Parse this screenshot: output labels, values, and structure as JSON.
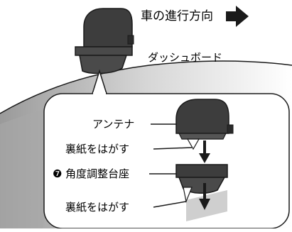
{
  "labels": {
    "direction": "車の進行方向",
    "dashboard": "ダッシュボード",
    "antenna": "アンテナ",
    "peel_top": "裏紙をはがす",
    "mount_number": "❼",
    "mount": "角度調整台座",
    "peel_bottom": "裏紙をはがす"
  },
  "icons": {
    "direction_arrow": "right-arrow-icon",
    "step_arrow": "down-arrow-icon"
  },
  "colors": {
    "device_dark": "#3a3a3a",
    "device_mid": "#5a5a5a",
    "dashboard_gray": "#b0b0b0",
    "pad_gray": "#cfcfcf"
  }
}
